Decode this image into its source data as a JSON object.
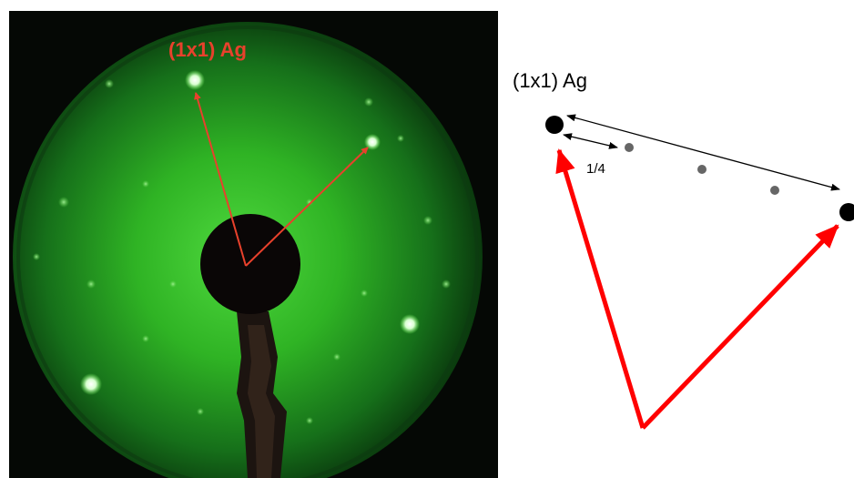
{
  "photo": {
    "label": "(1x1) Ag",
    "label_color": "#e8412c",
    "arrow_color": "#e8412c",
    "screen_color": "#3ccb2e",
    "background_color": "#050805"
  },
  "schematic": {
    "label": "(1x1) Ag",
    "fraction_label": "1/4",
    "arrow_color": "#ff0000",
    "spot_color": "#000000",
    "fractional_spot_color": "#666666"
  }
}
